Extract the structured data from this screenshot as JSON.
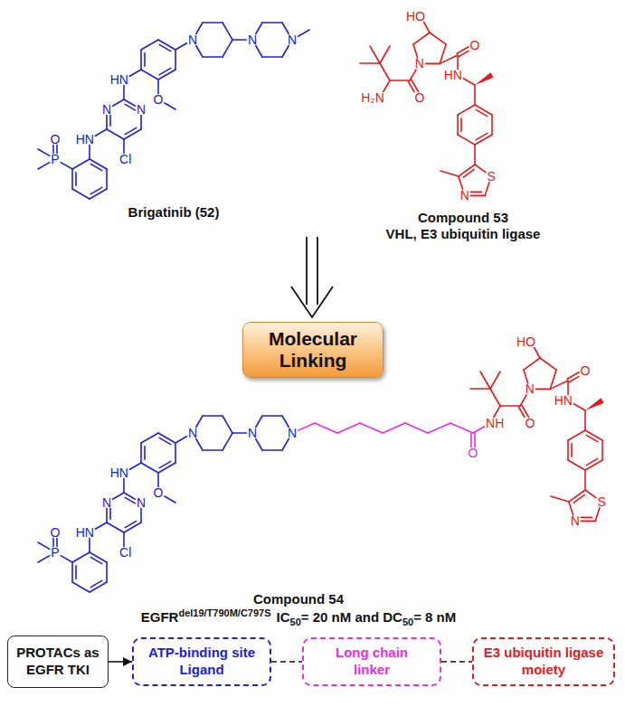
{
  "diagram": {
    "nodes": [
      {
        "text": [
          "Molecular Linking"
        ]
      },
      {
        "text": [
          "PROTACs as EGFR TKI"
        ]
      },
      {
        "text": [
          "ATP-binding site Ligand"
        ]
      },
      {
        "text": [
          "Long chain linker"
        ]
      },
      {
        "text": [
          "E3 ubiquitin ligase moiety"
        ]
      }
    ],
    "edges": [
      {
        "from": 1,
        "to": 2,
        "arrow": "to"
      },
      {
        "from": 2,
        "to": 3,
        "arrow": "none"
      },
      {
        "from": 3,
        "to": 4,
        "arrow": "none"
      }
    ],
    "labels": [
      "O",
      "P",
      "HN",
      "HN",
      "N",
      "N",
      "Cl",
      "O",
      "N",
      "N",
      "N",
      "Brigatinib (52)",
      "HO",
      "N",
      "O",
      "H₂N",
      "O",
      "HN",
      "S",
      "N",
      "Compound 53",
      "VHL, E3 ubiquitin ligase",
      "O",
      "P",
      "HN",
      "HN",
      "N",
      "N",
      "Cl",
      "O",
      "N",
      "N",
      "N",
      "O",
      "NH",
      "HO",
      "N",
      "O",
      "O",
      "HN",
      "S",
      "N",
      "Compound 54",
      "EGFR",
      "del19/T790M/C797S",
      "IC",
      "50",
      "= 20 nM and DC",
      "50",
      "= 8 nM"
    ]
  }
}
